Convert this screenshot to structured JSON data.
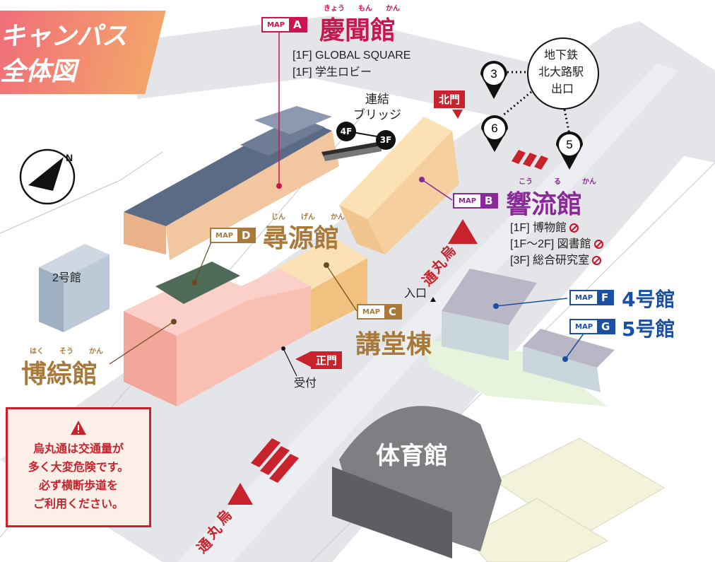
{
  "title": {
    "line1": "キャンパス",
    "line2": "全体図"
  },
  "buildings": {
    "A": {
      "map": "MAP",
      "letter": "A",
      "name": "慶聞館",
      "ruby": [
        "きょう",
        "もん",
        "かん"
      ],
      "floors": [
        "[1F] GLOBAL SQUARE",
        "[1F] 学生ロビー"
      ],
      "color": "#c8174f"
    },
    "B": {
      "map": "MAP",
      "letter": "B",
      "name": "響流館",
      "ruby": [
        "こう",
        "る",
        "かん"
      ],
      "floors": [
        "[1F] 博物館",
        "[1F〜2F] 図書館",
        "[3F] 総合研究室"
      ],
      "color": "#8a2a9a"
    },
    "C": {
      "map": "MAP",
      "letter": "C",
      "name": "講堂棟",
      "color": "#a77a3c"
    },
    "D": {
      "map": "MAP",
      "letter": "D",
      "name": "尋源館",
      "ruby": [
        "じん",
        "げん",
        "かん"
      ],
      "color": "#a77a3c"
    },
    "F": {
      "map": "MAP",
      "letter": "F",
      "name": "4号館",
      "color": "#1a4fa3"
    },
    "G": {
      "map": "MAP",
      "letter": "G",
      "name": "5号館",
      "color": "#1a4fa3"
    },
    "hakuso": {
      "name": "博綜館",
      "ruby": [
        "はく",
        "そう",
        "かん"
      ]
    },
    "gou2": {
      "name": "2号館"
    },
    "gym": {
      "name": "体育館"
    }
  },
  "bridge": {
    "label_line1": "連結",
    "label_line2": "ブリッジ",
    "from": "4F",
    "to": "3F"
  },
  "subway": {
    "line1": "地下鉄",
    "line2": "北大路駅",
    "line3": "出口",
    "exits": [
      "3",
      "6",
      "5"
    ]
  },
  "gates": {
    "north": "北門",
    "main": "正門",
    "reception": "受付",
    "entrance": "入口"
  },
  "street": {
    "name_chars": [
      "烏",
      "丸",
      "通"
    ]
  },
  "warning": {
    "lines": [
      "烏丸通は交通量が",
      "多く大変危険です。",
      "必ず横断歩道を",
      "ご利用ください。"
    ]
  },
  "colors": {
    "title_grad_start": "#f06a7a",
    "title_grad_end": "#f3a56a",
    "road": "#e0e2e6",
    "warning_red": "#c8232c"
  }
}
